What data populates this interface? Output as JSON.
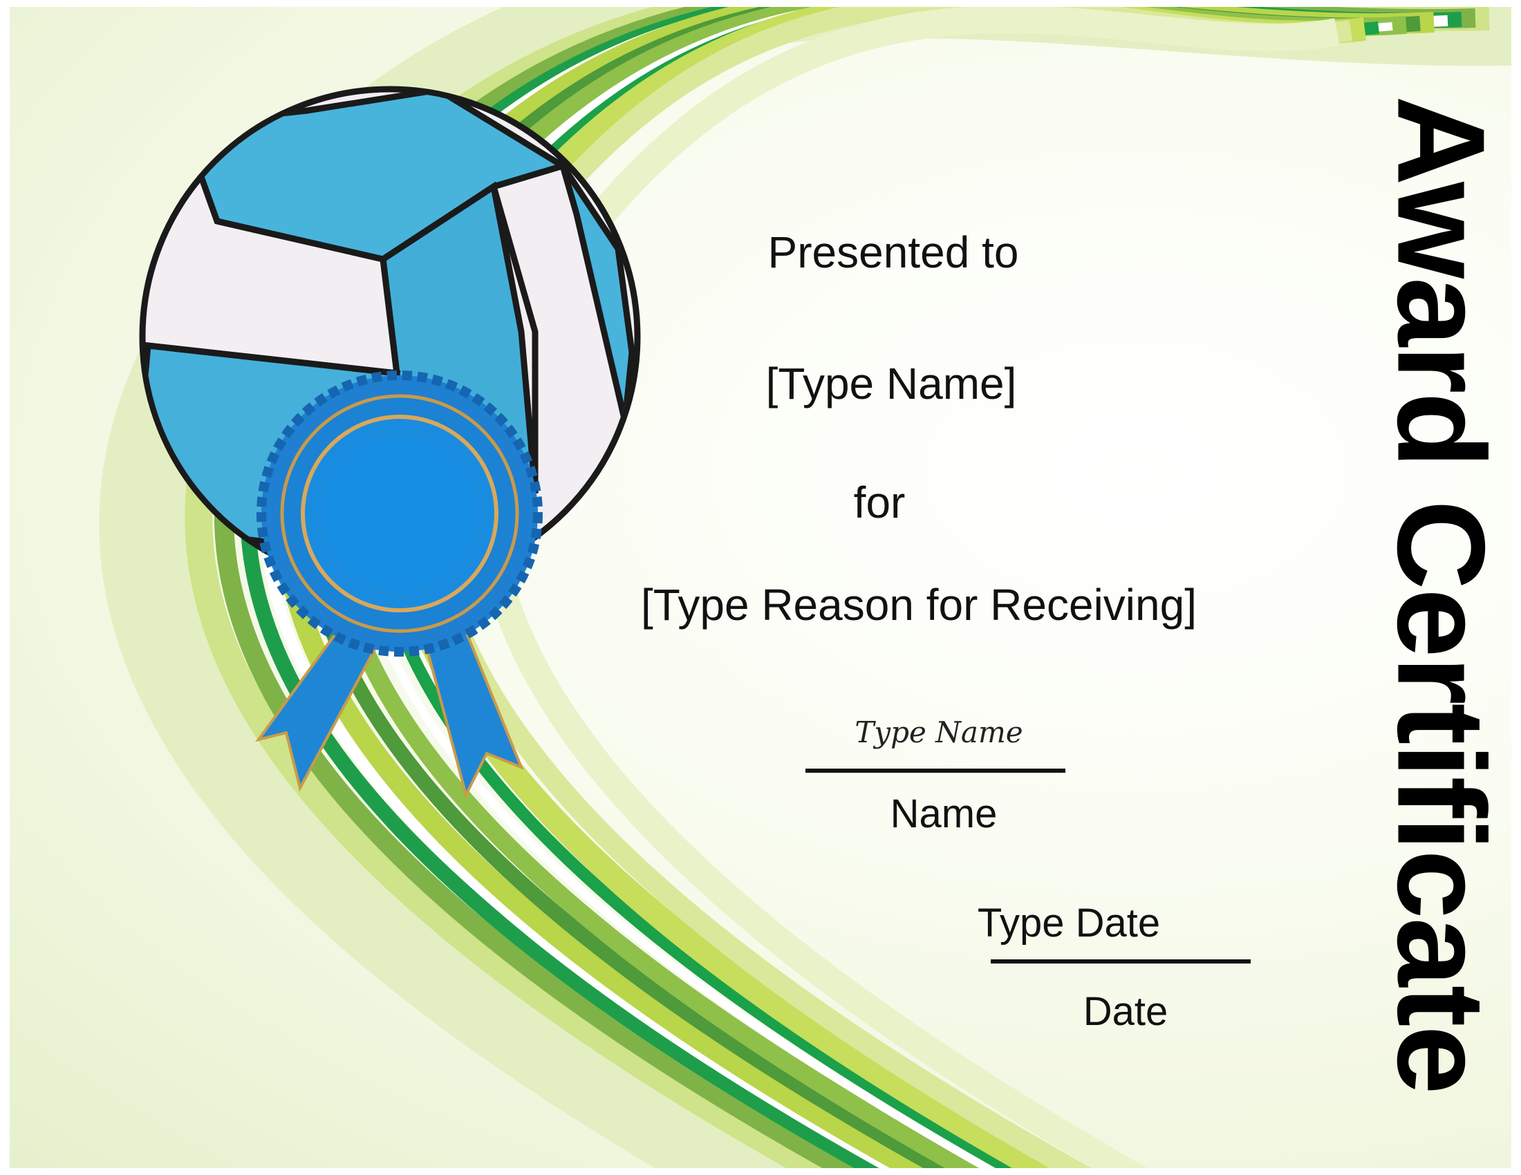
{
  "certificate": {
    "title": "Award Certificate",
    "presented_to": "Presented to",
    "recipient_placeholder": "[Type Name]",
    "for_label": "for",
    "reason_placeholder": "[Type Reason for Receiving]",
    "signature_placeholder": "Type Name",
    "signature_caption": "Name",
    "date_placeholder": "Type Date",
    "date_caption": "Date"
  },
  "colors": {
    "ball_blue": "#3fb0d9",
    "ribbon_blue": "#1a7fd1",
    "green_dark": "#1e9e4a",
    "green_mid": "#6fae3f",
    "green_light": "#b9d54a"
  }
}
